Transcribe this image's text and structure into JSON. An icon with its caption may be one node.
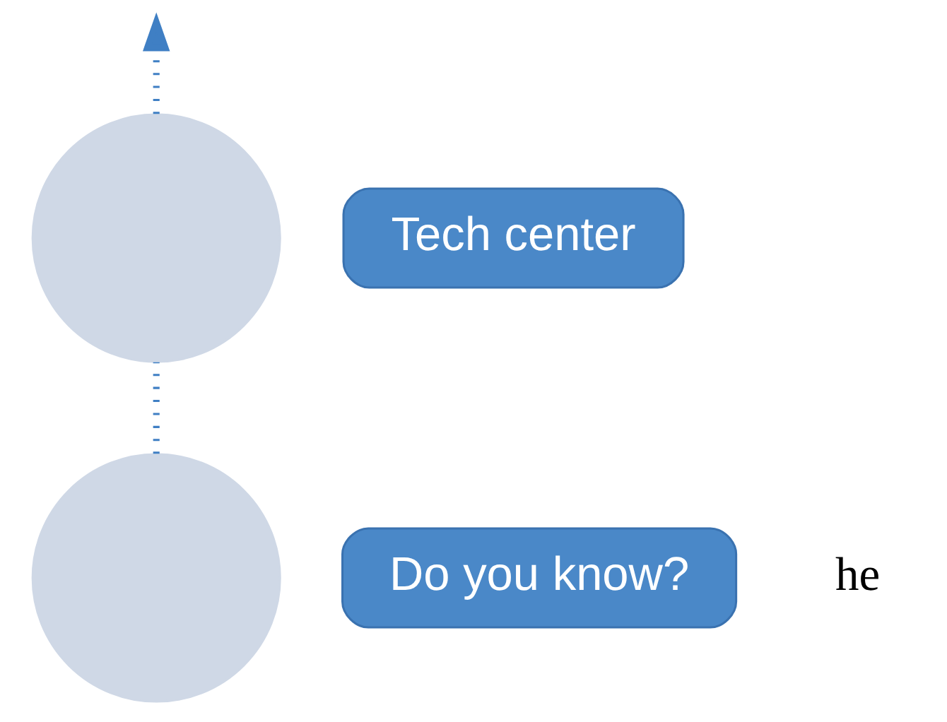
{
  "diagram": {
    "nodes": [
      {
        "text": [],
        "shape": "circle"
      },
      {
        "text": [
          "Tech center"
        ]
      },
      {
        "text": [],
        "shape": "circle"
      },
      {
        "text": [
          "Do you know?"
        ]
      }
    ],
    "edges": [
      {
        "from": 2,
        "to": 0,
        "arrow": "none",
        "style": "dashed"
      },
      {
        "from": 0,
        "to": null,
        "arrow": "to",
        "style": "dashed"
      }
    ],
    "labels": [
      "he"
    ]
  }
}
